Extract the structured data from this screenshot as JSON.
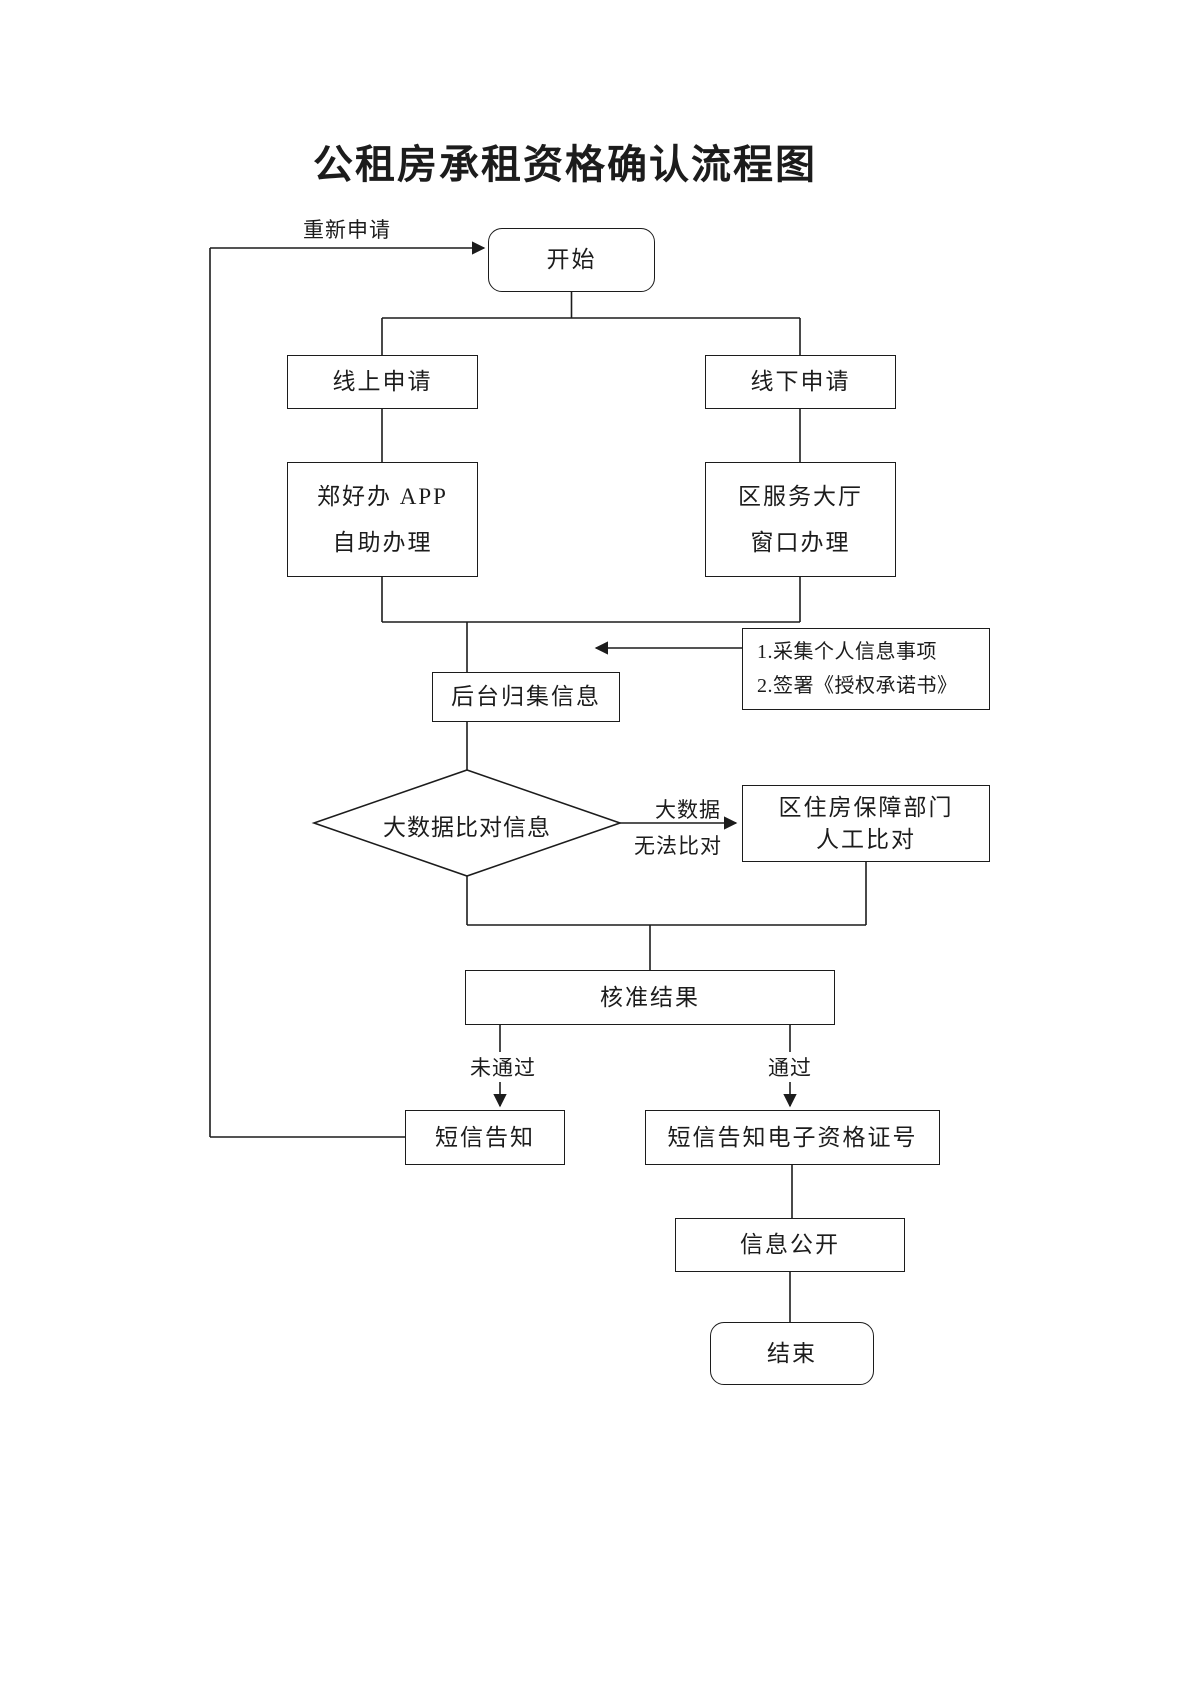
{
  "title": "公租房承租资格确认流程图",
  "labels": {
    "reapply": "重新申请",
    "not_pass": "未通过",
    "pass": "通过",
    "no_match_line1": "大数据",
    "no_match_line2": "无法比对"
  },
  "nodes": {
    "start": "开始",
    "online_apply": "线上申请",
    "offline_apply": "线下申请",
    "app_line1": "郑好办 APP",
    "app_line2": "自助办理",
    "hall_line1": "区服务大厅",
    "hall_line2": "窗口办理",
    "collect_info": "后台归集信息",
    "note_line1": "1.采集个人信息事项",
    "note_line2": "2.签署《授权承诺书》",
    "big_data_compare": "大数据比对信息",
    "manual_line1": "区住房保障部门",
    "manual_line2": "人工比对",
    "approve_result": "核准结果",
    "sms_notify": "短信告知",
    "sms_cert": "短信告知电子资格证号",
    "info_public": "信息公开",
    "end": "结束"
  }
}
